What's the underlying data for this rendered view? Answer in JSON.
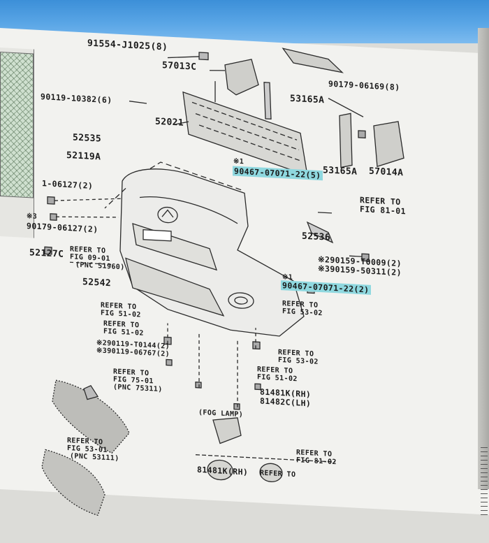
{
  "labels": {
    "p91554": "91554-J1025(8)",
    "p57013c": "57013C",
    "p90179_06169": "90179-06169(8)",
    "p90119_10382": "90119-10382(6)",
    "p53165a_top": "53165A",
    "p52021": "52021",
    "p52535": "52535",
    "p52119a": "52119A",
    "p53165a_bot": "53165A",
    "p57014a": "57014A",
    "mark_1": "※1",
    "p90467_top": "90467-07071-22(5)",
    "p06127_left": "1-06127(2)",
    "refer_fig81": "REFER TO",
    "refer_fig81b": "FIG 81-01",
    "mark_3": "※3",
    "p90179_06127": "90179-06127(2)",
    "p52536": "52536",
    "p52127c": "52127C",
    "refer_fig09": "REFER TO",
    "refer_fig09b": "FIG 09-01",
    "refer_fig09c": "(PNC 51960)",
    "p90159_t0009": "※290159-T0009(2)",
    "p90159_50311": "※390159-50311(2)",
    "p52542": "52542",
    "mark_1b": "※1",
    "p90467_bot": "90467-07071-22(2)",
    "refer_fig51a": "REFER TO",
    "refer_fig51a2": "FIG 51-02",
    "refer_fig53a": "REFER TO",
    "refer_fig53a2": "FIG 53-02",
    "refer_fig51b": "REFER TO",
    "refer_fig51b2": "FIG 51-02",
    "p90119_t0144": "※290119-T0144(2)",
    "p90119_06767": "※390119-06767(2)",
    "refer_fig53b": "REFER TO",
    "refer_fig53b2": "FIG 53-02",
    "refer_fig75": "REFER TO",
    "refer_fig75b": "FIG 75-01",
    "refer_fig75c": "(PNC 75311)",
    "refer_fig51c": "REFER TO",
    "refer_fig51c2": "FIG 51-02",
    "p81481k": "81481K(RH)",
    "p81482c": "81482C(LH)",
    "refer_fig53c": "REFER TO",
    "refer_fig53c2": "FIG 53-01",
    "refer_fig53c3": "(PNC 53111)",
    "fog_lamp": "(FOG LAMP)",
    "refer_fig81c": "REFER TO",
    "refer_fig81c2": "FIG 81-02",
    "p81481k_b": "81481K(RH)",
    "refer_fig_bot": "REFER TO"
  },
  "colors": {
    "highlight": "#8fd8df",
    "ink": "#1b1b1b",
    "monitor_bezel": "#4a9ae0"
  }
}
